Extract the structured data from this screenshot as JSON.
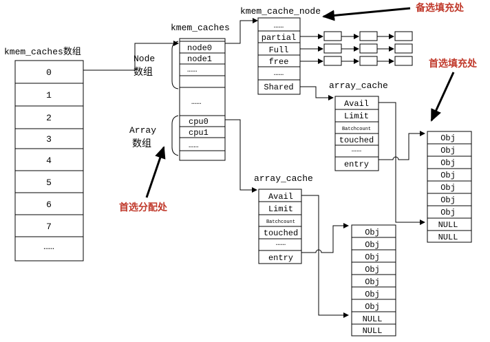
{
  "colors": {
    "line": "#000000",
    "annotation": "#c0392b",
    "background": "#ffffff"
  },
  "kmem_caches_array": {
    "title": "kmem_caches数组",
    "cells": [
      "0",
      "1",
      "2",
      "3",
      "4",
      "5",
      "6",
      "7",
      "……"
    ]
  },
  "kmem_caches": {
    "title": "kmem_caches",
    "node_cells": [
      "node0",
      "node1",
      "……"
    ],
    "middle_cell": "……",
    "cpu_cells": [
      "cpu0",
      "cpu1",
      "……"
    ],
    "node_label": [
      "Node",
      "数组"
    ],
    "array_label": [
      "Array",
      "数组"
    ]
  },
  "kmem_cache_node": {
    "title": "kmem_cache_node",
    "cells": [
      "……",
      "partial",
      "Full",
      "free",
      "……",
      "Shared"
    ]
  },
  "array_cache_top": {
    "title": "array_cache",
    "cells": [
      "Avail",
      "Limit",
      "Batchcount",
      "touched",
      "……",
      "entry"
    ]
  },
  "array_cache_bottom": {
    "title": "array_cache",
    "cells": [
      "Avail",
      "Limit",
      "Batchcount",
      "touched",
      "……",
      "entry"
    ]
  },
  "obj_array_right": {
    "cells": [
      "Obj",
      "Obj",
      "Obj",
      "Obj",
      "Obj",
      "Obj",
      "Obj",
      "NULL",
      "NULL"
    ]
  },
  "obj_array_bottom": {
    "cells": [
      "Obj",
      "Obj",
      "Obj",
      "Obj",
      "Obj",
      "Obj",
      "Obj",
      "NULL",
      "NULL"
    ]
  },
  "annotations": {
    "backup_fill": "备选填充处",
    "preferred_fill": "首选填充处",
    "preferred_alloc": "首选分配处"
  }
}
